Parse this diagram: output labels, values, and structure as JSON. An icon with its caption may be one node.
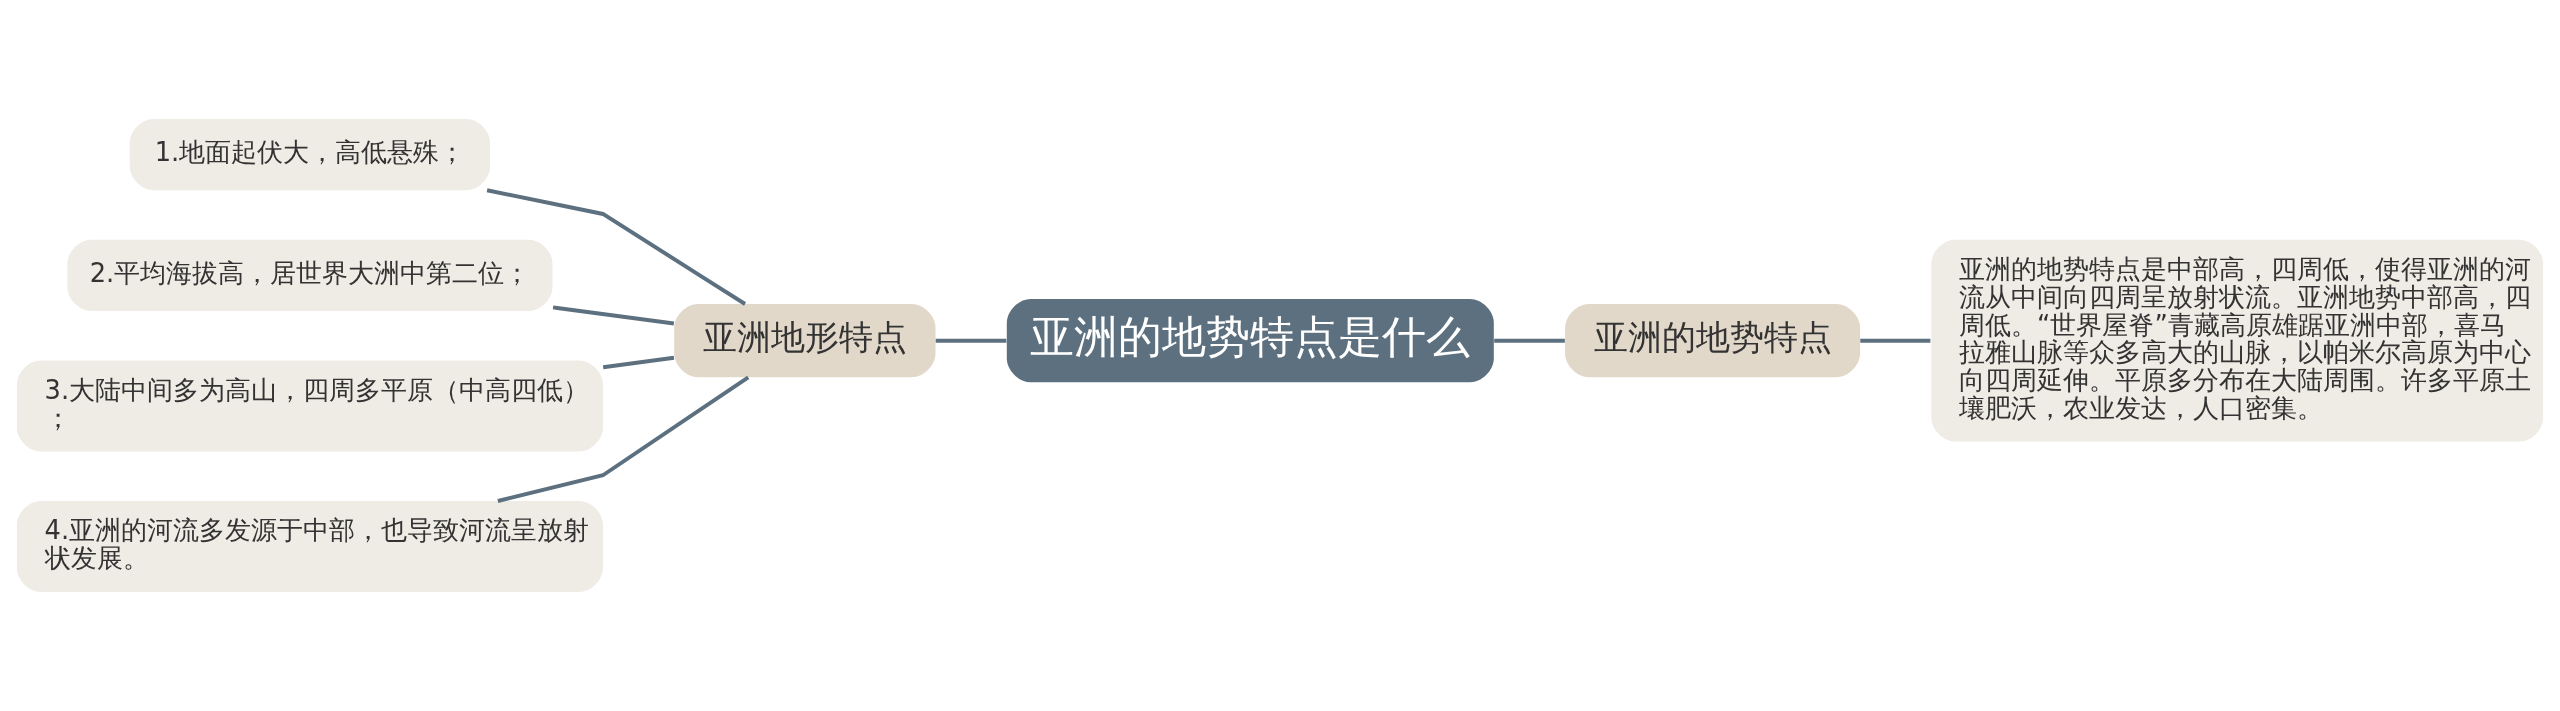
{
  "diagram": {
    "nodes": [
      {
        "text": [
          "亚洲的地势特点是什么"
        ]
      },
      {
        "text": [
          "亚洲地形特点"
        ]
      },
      {
        "text": [
          "1.地面起伏大，高低悬殊；"
        ]
      },
      {
        "text": [
          "2.平均海拔高，居世界大洲中第二位；"
        ]
      },
      {
        "text": [
          "3.大陆中间多为高山，四周多平原（中高四低）；"
        ]
      },
      {
        "text": [
          "4.亚洲的河流多发源于中部，也导致河流呈放射状发展。"
        ]
      },
      {
        "text": [
          "亚洲的地势特点"
        ]
      },
      {
        "text": [
          "亚洲的地势特点是中部高，四周低，使得亚洲的河流从中间向四周呈放射状流。亚洲地势中部高，四周低。“世界屋脊”青藏高原雄踞亚洲中部，喜马拉雅山脉等众多高大的山脉，以帕米尔高原为中心向四周延伸。平原多分布在大陆周围。许多平原土壤肥沃，农业发达，人口密集。"
        ]
      }
    ],
    "edges": [
      {
        "from": 0,
        "to": 1,
        "arrow": "none"
      },
      {
        "from": 1,
        "to": 2,
        "arrow": "none"
      },
      {
        "from": 1,
        "to": 3,
        "arrow": "none"
      },
      {
        "from": 1,
        "to": 4,
        "arrow": "none"
      },
      {
        "from": 1,
        "to": 5,
        "arrow": "none"
      },
      {
        "from": 0,
        "to": 6,
        "arrow": "none"
      },
      {
        "from": 6,
        "to": 7,
        "arrow": "none"
      }
    ]
  }
}
